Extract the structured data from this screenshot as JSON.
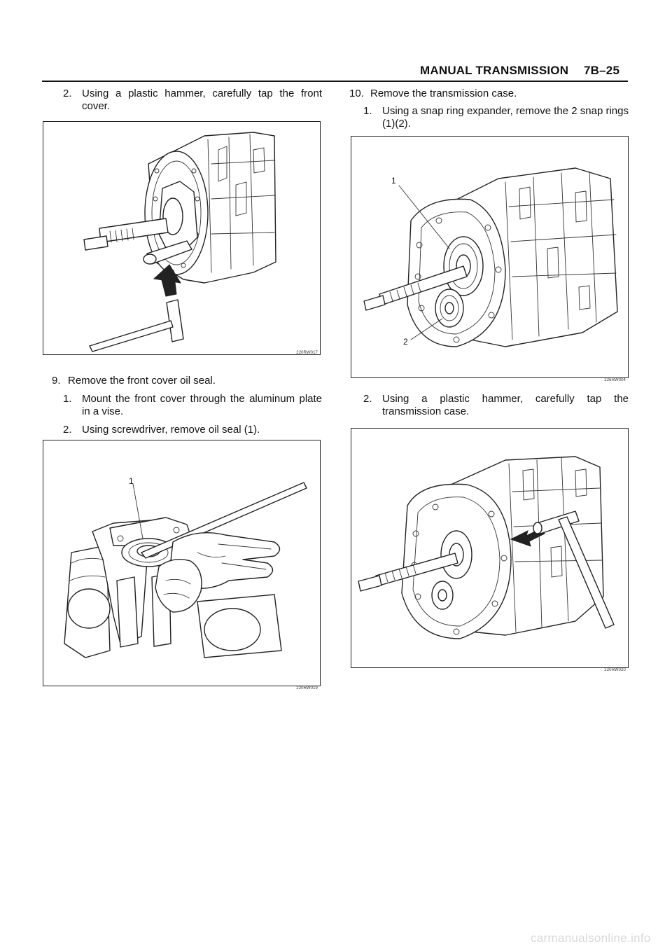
{
  "header": {
    "title": "MANUAL TRANSMISSION",
    "page_number": "7B–25"
  },
  "left": {
    "step2": {
      "num": "2.",
      "text": "Using a plastic hammer, carefully tap the front cover."
    },
    "figure1": {
      "code": "220RW017"
    },
    "step9": {
      "num": "9.",
      "text": "Remove the front cover oil seal."
    },
    "step9_1": {
      "num": "1.",
      "text": "Mount the front cover through the aluminum plate in a vise."
    },
    "step9_2": {
      "num": "2.",
      "text": "Using screwdriver, remove oil seal (1)."
    },
    "figure2": {
      "code": "220RW019",
      "callout1": "1"
    }
  },
  "right": {
    "step10": {
      "num": "10.",
      "text": "Remove the transmission case."
    },
    "step10_1": {
      "num": "1.",
      "text": "Using a snap ring expander, remove the 2 snap rings (1)(2)."
    },
    "figure3": {
      "code": "226RW004",
      "callout1": "1",
      "callout2": "2"
    },
    "step10_2": {
      "num": "2.",
      "text": "Using a plastic hammer, carefully tap the transmission case."
    },
    "figure4": {
      "code": "220RW020"
    }
  },
  "footer": {
    "watermark": "carmanualsonline.info"
  }
}
